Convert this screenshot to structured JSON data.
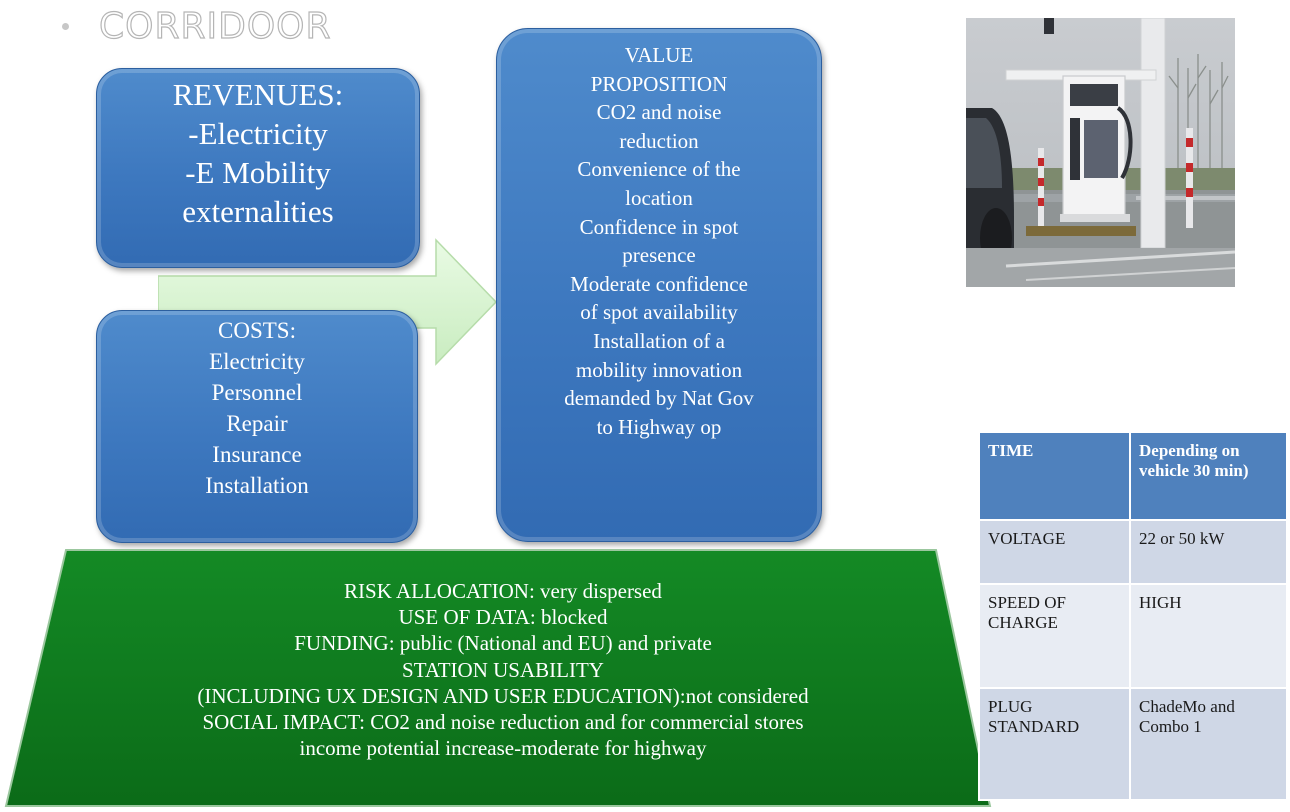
{
  "heading": "CORRIDOOR",
  "revenues": {
    "lines": [
      "REVENUES:",
      "-Electricity",
      "-E Mobility",
      "externalities"
    ]
  },
  "costs": {
    "title": "COSTS:",
    "lines": [
      "Electricity",
      "Personnel",
      "Repair",
      "Insurance",
      "Installation"
    ]
  },
  "value_proposition": {
    "title_lines": [
      "VALUE",
      "PROPOSITION"
    ],
    "lines": [
      "CO2 and noise",
      "reduction",
      "Convenience of the",
      "location",
      "Confidence in spot",
      "presence",
      "Moderate confidence",
      "of spot availability",
      "Installation of a",
      "mobility innovation",
      "demanded by Nat Gov",
      "to Highway op"
    ]
  },
  "summary": {
    "lines": [
      "RISK ALLOCATION:  very dispersed",
      "USE OF DATA: blocked",
      "FUNDING:  public (National and EU) and private",
      "STATION USABILITY",
      "(INCLUDING UX DESIGN AND USER EDUCATION):not considered",
      "SOCIAL IMPACT: CO2 and noise reduction and for commercial stores",
      "income potential increase-moderate for highway"
    ]
  },
  "spec_table": {
    "rows": [
      {
        "key": "TIME",
        "value": "Depending on vehicle  30 min)"
      },
      {
        "key": "VOLTAGE",
        "value": "22 or 50 kW"
      },
      {
        "key": "SPEED OF CHARGE",
        "value": "HIGH"
      },
      {
        "key": "PLUG STANDARD",
        "value": "ChadeMo and Combo 1"
      }
    ]
  },
  "colors": {
    "box_blue": "#3d78bf",
    "trapezoid_green": "#0f7a1e",
    "arrow_green": "#d9f5d3",
    "table_header": "#4f81bd"
  }
}
